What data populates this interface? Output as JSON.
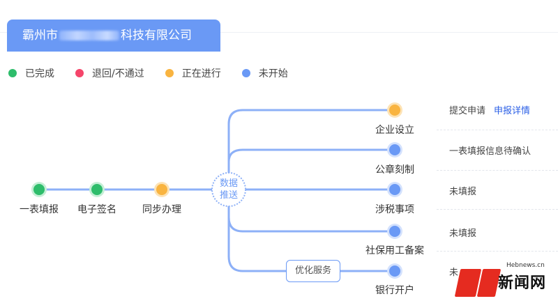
{
  "company": {
    "name_prefix": "霸州市",
    "name_suffix": "科技有限公司"
  },
  "legend": [
    {
      "label": "已完成",
      "color": "#2ebd6b"
    },
    {
      "label": "退回/不通过",
      "color": "#f5456a"
    },
    {
      "label": "正在进行",
      "color": "#f9b440"
    },
    {
      "label": "未开始",
      "color": "#6a99f5"
    }
  ],
  "flow": {
    "steps": [
      {
        "label": "一表填报",
        "state": "done"
      },
      {
        "label": "电子签名",
        "state": "done"
      },
      {
        "label": "同步办理",
        "state": "in_progress"
      }
    ],
    "hub_label_line1": "数据",
    "hub_label_line2": "推送",
    "optimize_label": "优化服务",
    "branches": [
      {
        "label": "企业设立",
        "state": "in_progress"
      },
      {
        "label": "公章刻制",
        "state": "not_started"
      },
      {
        "label": "涉税事项",
        "state": "not_started"
      },
      {
        "label": "社保用工备案",
        "state": "not_started"
      },
      {
        "label": "银行开户",
        "state": "not_started"
      }
    ]
  },
  "statuses": [
    {
      "text": "提交申请",
      "link": "申报详情"
    },
    {
      "text": "一表填报信息待确认"
    },
    {
      "text": "未填报"
    },
    {
      "text": "未填报"
    },
    {
      "text": "未"
    }
  ],
  "watermark": {
    "site": "Hebnews.cn",
    "text": "新闻网"
  },
  "colors": {
    "accent": "#6a99f5",
    "done": "#2ebd6b",
    "returned": "#f5456a",
    "in_progress": "#f9b440",
    "not_started": "#6a99f5"
  }
}
